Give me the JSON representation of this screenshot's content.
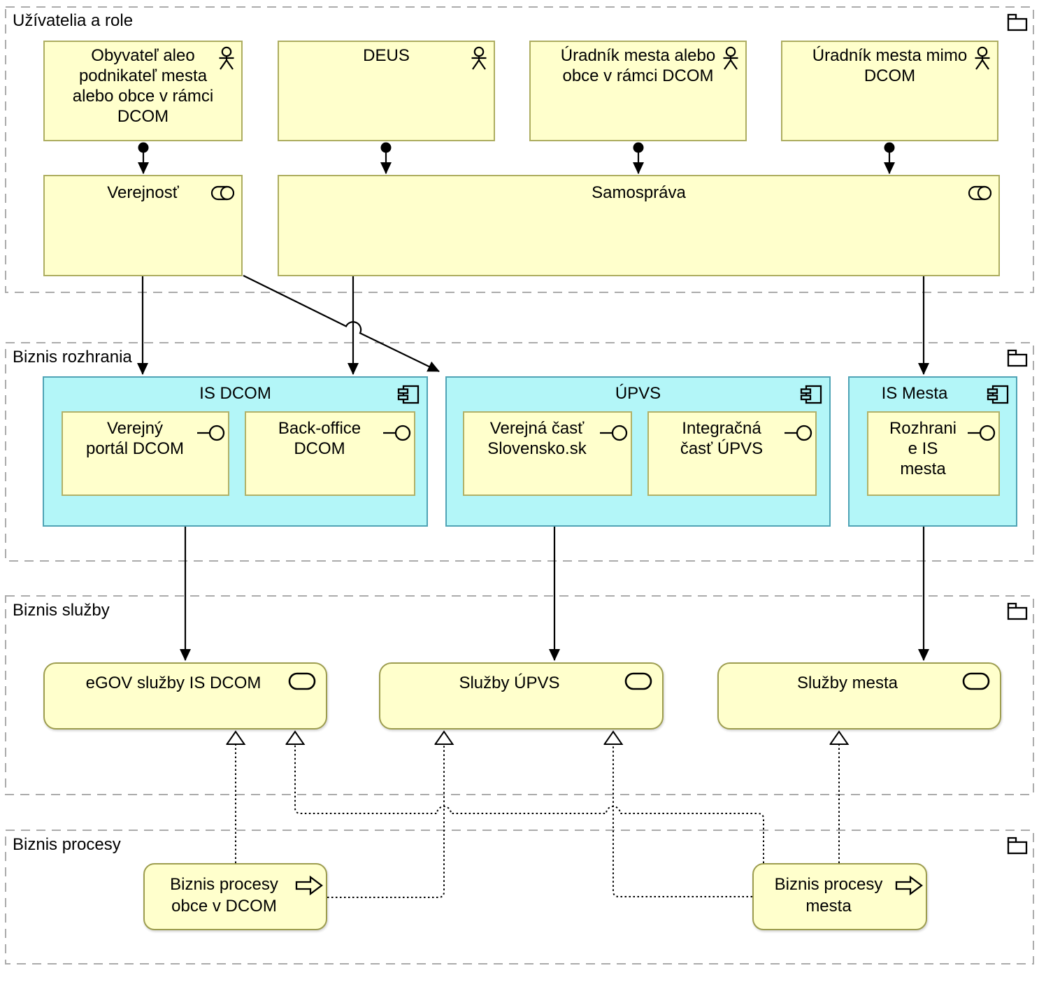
{
  "sections": {
    "users": {
      "label": "Užívatelia a role"
    },
    "interfaces": {
      "label": "Biznis rozhrania"
    },
    "services": {
      "label": "Biznis služby"
    },
    "processes": {
      "label": "Biznis procesy"
    }
  },
  "actors": [
    {
      "label": "Obyvateľ aleo\npodnikateľ mesta\nalebo obce v rámci\nDCOM"
    },
    {
      "label": "DEUS"
    },
    {
      "label": "Úradník mesta alebo\nobce v rámci DCOM"
    },
    {
      "label": "Úradník mesta mimo\nDCOM"
    }
  ],
  "roles": [
    {
      "label": "Verejnosť"
    },
    {
      "label": "Samospráva"
    }
  ],
  "applications": [
    {
      "label": "IS DCOM",
      "interfaces": [
        "Verejný\nportál DCOM",
        "Back-office\nDCOM"
      ]
    },
    {
      "label": "ÚPVS",
      "interfaces": [
        "Verejná časť\nSlovensko.sk",
        "Integračná\nčasť ÚPVS"
      ]
    },
    {
      "label": "IS Mesta",
      "interfaces": [
        "Rozhrani\ne IS\nmesta"
      ]
    }
  ],
  "services": [
    {
      "label": "eGOV služby IS DCOM"
    },
    {
      "label": "Služby ÚPVS"
    },
    {
      "label": "Služby mesta"
    }
  ],
  "processes": [
    {
      "label": "Biznis procesy\nobce v DCOM"
    },
    {
      "label": "Biznis procesy\nmesta"
    }
  ],
  "icons": {
    "actor": "stick-figure",
    "role": "horizontal-cylinder",
    "component": "component-with-tabs",
    "interface": "lollipop",
    "service": "rounded-rect",
    "process": "outline-right-arrow",
    "folder": "folder"
  },
  "colors": {
    "node_fill": "#FFFFCC",
    "node_border": "#ADAD60",
    "component_fill": "#B3F6F8",
    "component_border": "#4FA3B5",
    "frame_dash": "#ABABAB",
    "connector": "#000000"
  }
}
